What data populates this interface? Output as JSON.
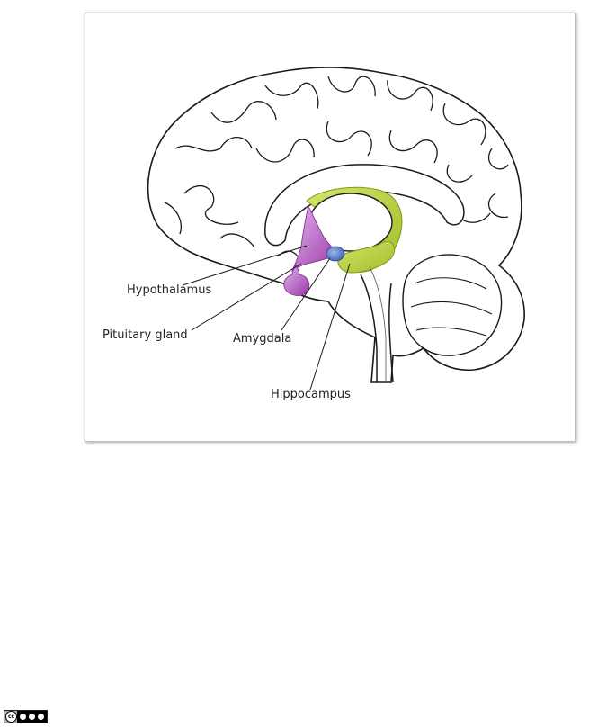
{
  "diagram": {
    "labels": {
      "hypothalamus": "Hypothalamus",
      "pituitary": "Pituitary gland",
      "amygdala": "Amygdala",
      "hippocampus": "Hippocampus"
    },
    "colors": {
      "hypothalamus": "#b24fc0",
      "pituitary": "#b24fc0",
      "amygdala": "#4a6fc0",
      "hippocampus": "#b7cf3a",
      "outline": "#1a1a1a"
    }
  },
  "license": {
    "icon": "creative-commons-by-nc-sa-badge",
    "text": "cc"
  }
}
